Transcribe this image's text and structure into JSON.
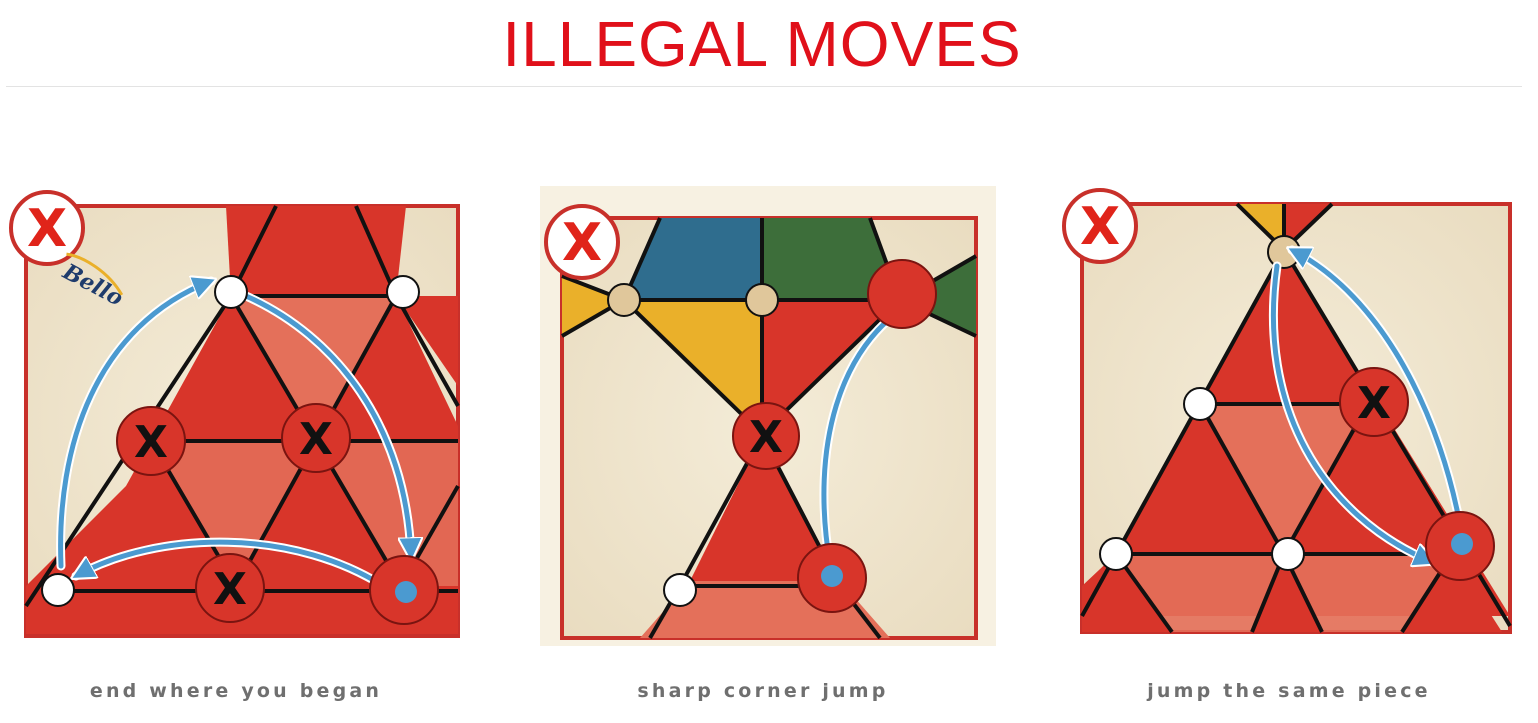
{
  "title": "ILLEGAL MOVES",
  "colors": {
    "title": "#e0101a",
    "board_red": "#d8352a",
    "board_light_red": "#e4705a",
    "board_bg": "#f1e7d0",
    "line": "#111111",
    "arrow": "#4b9ad0",
    "blue_tri": "#2f6d8e",
    "green_tri": "#3d6e3a",
    "yellow_tri": "#eab02a",
    "tan_node": "#e0c79b"
  },
  "panels": [
    {
      "caption": "end where you began",
      "badge": "X",
      "marker": "X",
      "brand": "Bello"
    },
    {
      "caption": "sharp corner jump",
      "badge": "X",
      "marker": "X"
    },
    {
      "caption": "jump the same piece",
      "badge": "X",
      "marker": "X"
    }
  ]
}
